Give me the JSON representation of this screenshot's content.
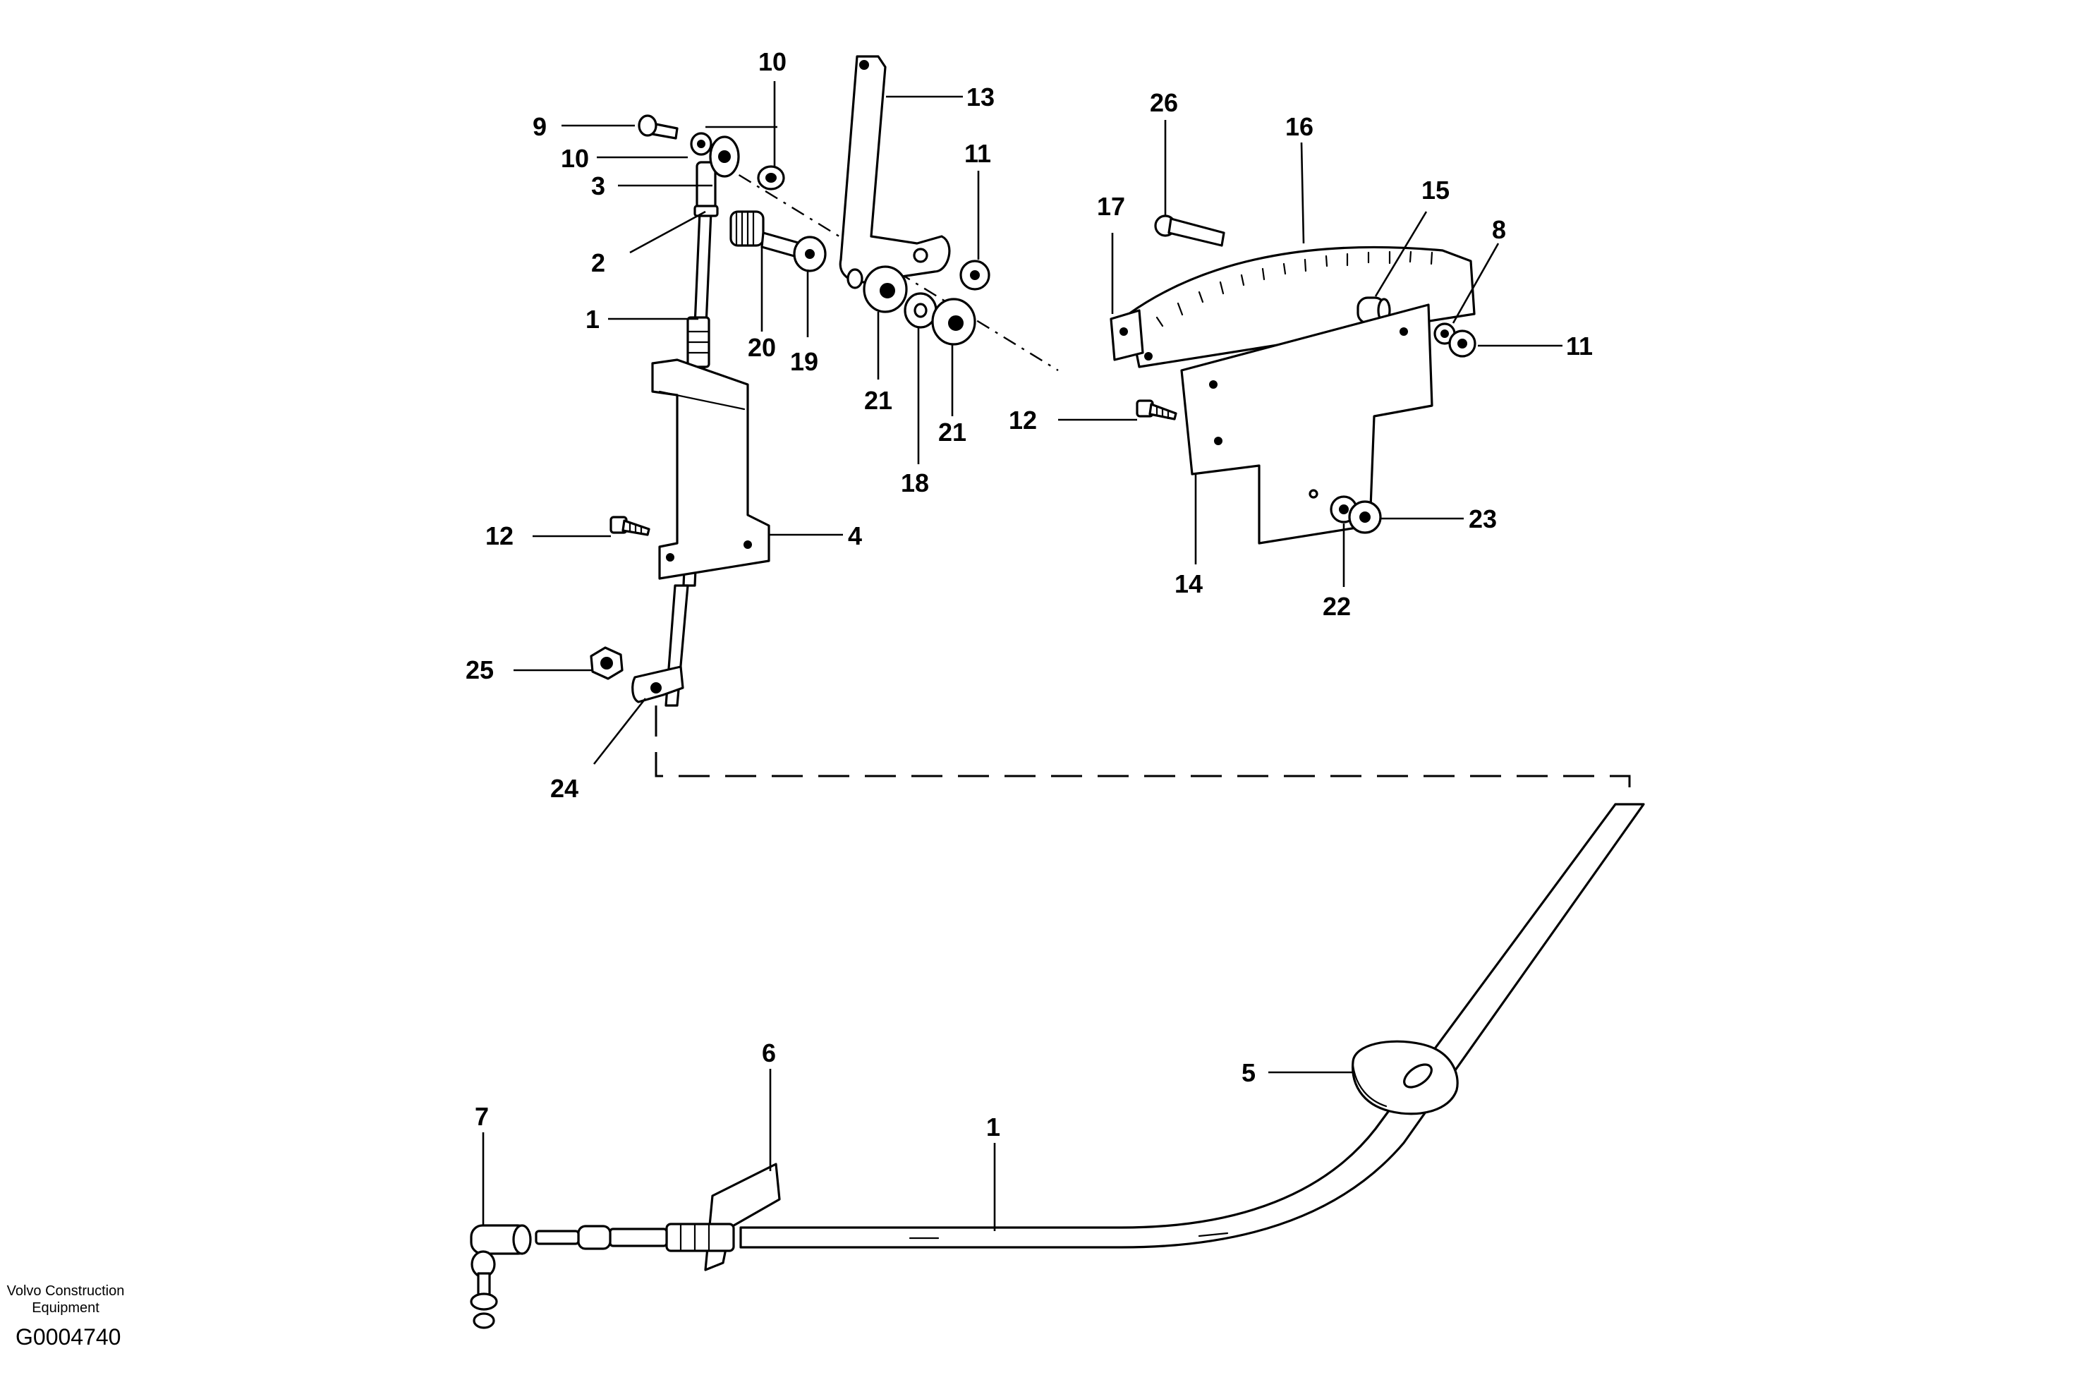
{
  "callouts": {
    "c1a": "1",
    "c2": "2",
    "c3": "3",
    "c4": "4",
    "c5": "5",
    "c6": "6",
    "c7": "7",
    "c8": "8",
    "c9": "9",
    "c10a": "10",
    "c10b": "10",
    "c11a": "11",
    "c11b": "11",
    "c12a": "12",
    "c12b": "12",
    "c13": "13",
    "c14": "14",
    "c15": "15",
    "c16": "16",
    "c17": "17",
    "c18": "18",
    "c19": "19",
    "c20": "20",
    "c21a": "21",
    "c21b": "21",
    "c22": "22",
    "c23": "23",
    "c24": "24",
    "c25": "25",
    "c26": "26",
    "c1b": "1"
  },
  "footer": {
    "credit_line1": "Volvo Construction",
    "credit_line2": "Equipment",
    "drawing_id": "G0004740"
  }
}
